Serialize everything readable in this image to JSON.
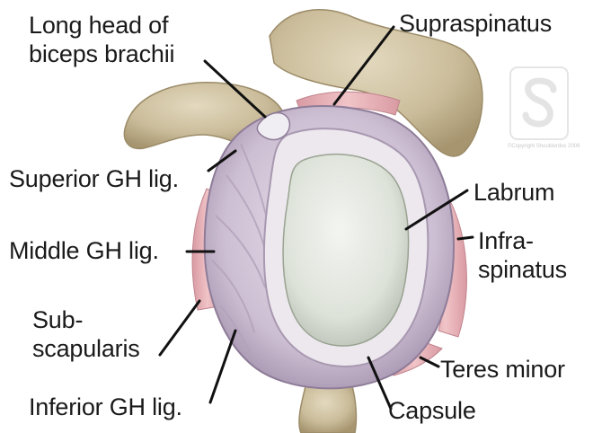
{
  "labels": {
    "long_head": [
      "Long head of",
      "biceps brachii"
    ],
    "supraspinatus": "Supraspinatus",
    "superior_gh": "Superior GH lig.",
    "labrum": "Labrum",
    "middle_gh": "Middle GH lig.",
    "infraspinatus": [
      "Infra-",
      "spinatus"
    ],
    "subscapularis": [
      "Sub-",
      "scapularis"
    ],
    "teres_minor": "Teres minor",
    "inferior_gh": "Inferior GH lig.",
    "capsule": "Capsule"
  },
  "watermark": {
    "icon": "medical-logo-icon",
    "text": "©Copyright Shoulderdoc 2008"
  },
  "colors": {
    "bone": "#cdbfa0",
    "bone_dark": "#a89a78",
    "capsule": "#d4c8d8",
    "capsule_dark": "#9d8ba5",
    "labrum": "#e9e6ea",
    "glenoid": "#e4e8e1",
    "muscle": "#e9b3b8",
    "muscle_dark": "#c98a92",
    "leader": "#111111"
  }
}
